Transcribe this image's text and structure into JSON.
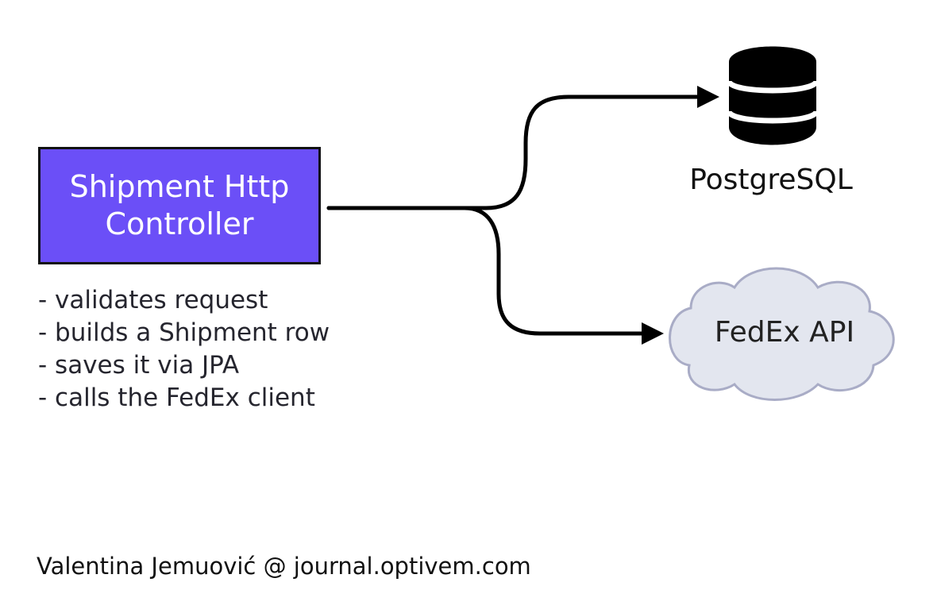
{
  "controller": {
    "line1": "Shipment Http",
    "line2": "Controller",
    "fill_color": "#6b4ff7"
  },
  "notes": [
    "- validates request",
    "- builds a Shipment row",
    "- saves it via JPA",
    "- calls the FedEx client"
  ],
  "database": {
    "icon": "database-icon",
    "label": "PostgreSQL"
  },
  "external_api": {
    "icon": "cloud-icon",
    "label": "FedEx API",
    "fill_color": "#e3e6ef"
  },
  "footer": {
    "credit": "Valentina Jemuović @ journal.optivem.com"
  }
}
